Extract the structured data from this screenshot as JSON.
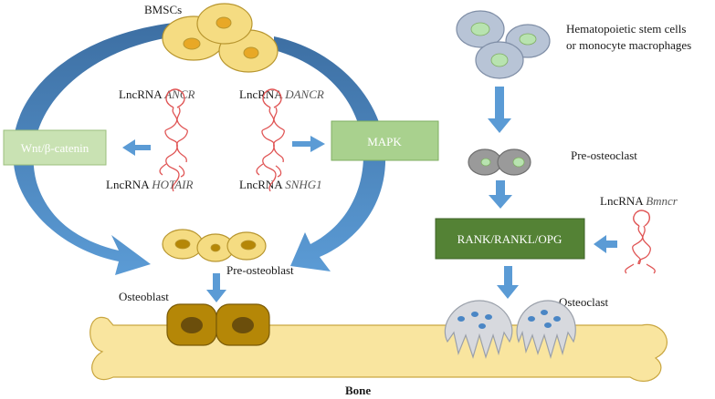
{
  "colors": {
    "cell_fill": "#f5dc82",
    "cell_stroke": "#b8962f",
    "cell_nucleus": "#e8a826",
    "osteoblast_fill": "#b58707",
    "osteoblast_nucleus": "#6b4e0c",
    "bone_fill": "#f9e59f",
    "bone_stroke": "#c9a640",
    "big_arrow_dark": "#3d6fa3",
    "big_arrow_light": "#5b9bd5",
    "small_arrow": "#5b9bd5",
    "lnc_rna": "#e05555",
    "wnt_box": "#c9e2b3",
    "mapk_box": "#a9d18e",
    "rank_box": "#548235",
    "hsc_fill": "#b8c4d6",
    "hsc_nucleus": "#b8e3b0",
    "preosteoclast_fill": "#9a9a9a",
    "osteoclast_fill": "#d7d9de",
    "osteoclast_dots": "#4a86c5"
  },
  "labels": {
    "bmscs": "BMSCs",
    "lnc_prefix": "LncRNA",
    "anc": "ANCR",
    "danc": "DANCR",
    "hotair": "HOTAIR",
    "snhg1": "SNHG1",
    "wnt": "Wnt/β-catenin",
    "mapk": "MAPK",
    "pre_osteoblast": "Pre-osteoblast",
    "osteoblast": "Osteoblast",
    "bone": "Bone",
    "hsc_line1": "Hematopoietic stem cells",
    "hsc_line2": "or monocyte macrophages",
    "pre_osteoclast": "Pre-osteoclast",
    "bmncr_prefix": "LncRNA",
    "bmncr": "Bmncr",
    "rank": "RANK/RANKL/OPG",
    "osteoclast": "Osteoclast"
  }
}
